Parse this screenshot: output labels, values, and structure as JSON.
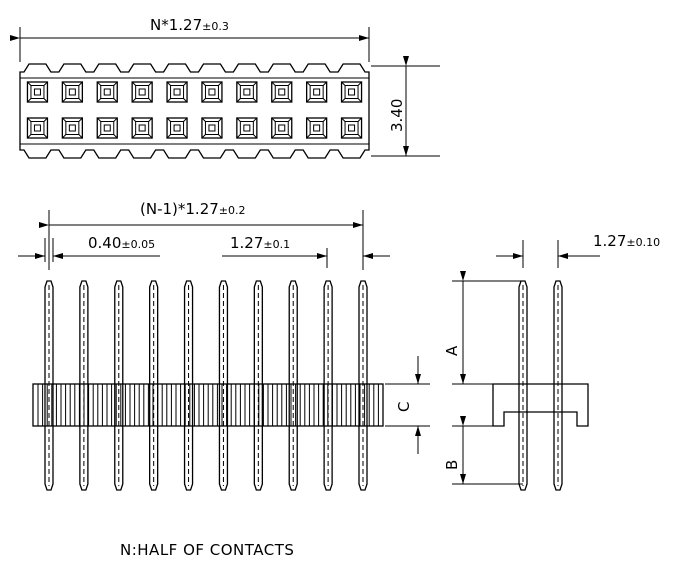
{
  "top_view": {
    "width_dim": "N*1.27",
    "width_tol": "±0.3",
    "height_dim": "3.40",
    "pin_rows": 2,
    "pins_per_row": 10
  },
  "front_view": {
    "span_dim": "(N-1)*1.27",
    "span_tol": "±0.2",
    "pin_width_dim": "0.40",
    "pin_width_tol": "±0.05",
    "pitch_dim": "1.27",
    "pitch_tol": "±0.1",
    "pin_count": 10,
    "label_c": "C"
  },
  "side_view": {
    "pitch_dim": "1.27",
    "pitch_tol": "±0.10",
    "label_a": "A",
    "label_b": "B"
  },
  "note": "N:HALF OF CONTACTS"
}
